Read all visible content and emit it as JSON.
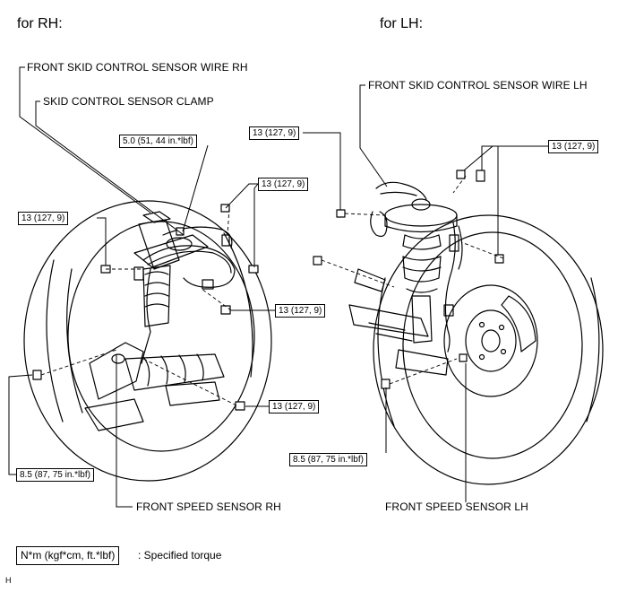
{
  "headers": {
    "rh": "for RH:",
    "lh": "for LH:"
  },
  "labels": {
    "wire_rh": "FRONT SKID CONTROL SENSOR WIRE RH",
    "clamp": "SKID CONTROL SENSOR CLAMP",
    "wire_lh": "FRONT SKID CONTROL SENSOR WIRE LH",
    "speed_rh": "FRONT SPEED SENSOR RH",
    "speed_lh": "FRONT SPEED SENSOR LH"
  },
  "torques": {
    "rh_clamp": "5.0 (51, 44 in.*lbf)",
    "rh_bracket": "13 (127, 9)",
    "rh_left": "13 (127, 9)",
    "rh_mid": "13 (127, 9)",
    "rh_bottom": "13 (127, 9)",
    "rh_sensor": "8.5 (87, 75 in.*lbf)",
    "lh_left": "13 (127, 9)",
    "lh_right": "13 (127, 9)",
    "lh_sensor": "8.5 (87, 75 in.*lbf)"
  },
  "legend": {
    "unit_box": "N*m (kgf*cm, ft.*lbf)",
    "description": ": Specified torque"
  },
  "footer": "H"
}
